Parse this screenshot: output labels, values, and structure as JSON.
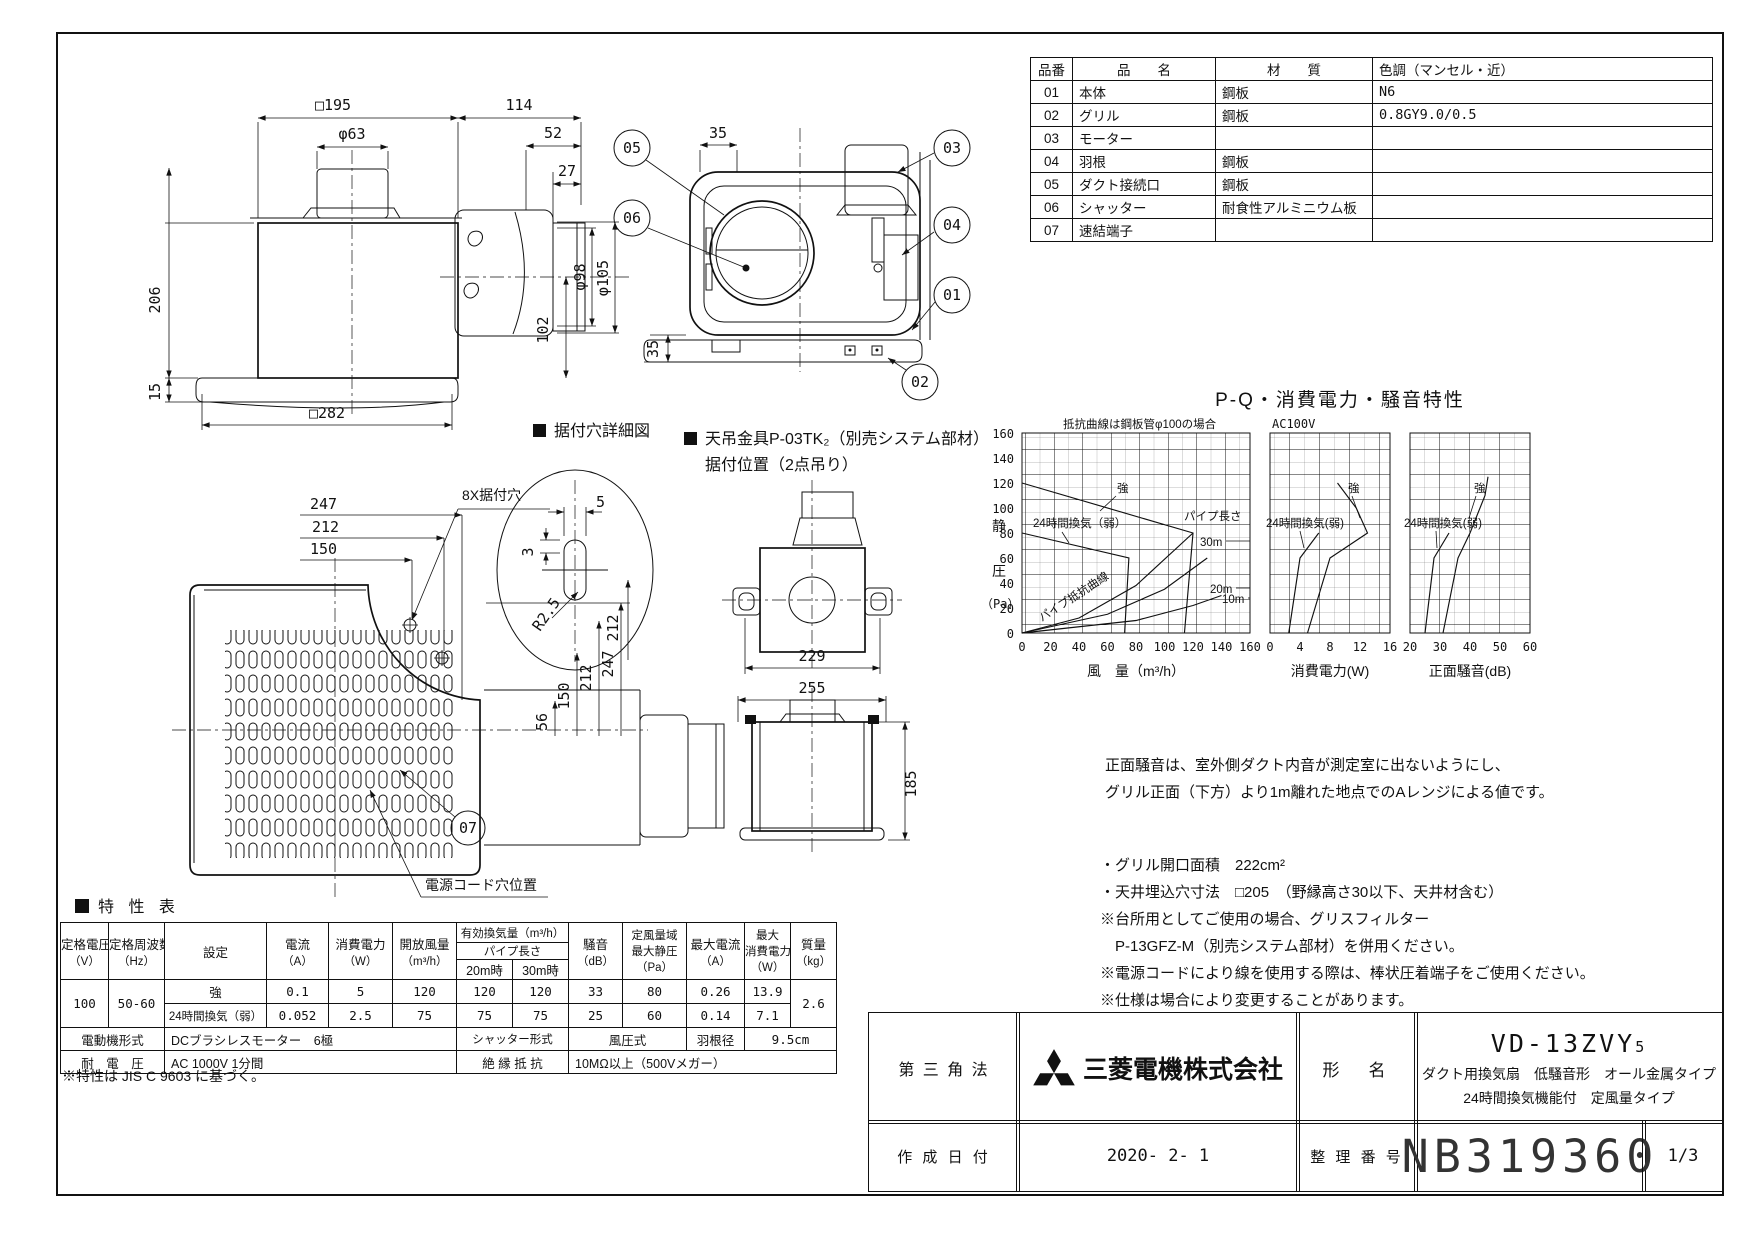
{
  "page": {
    "number": "1/3"
  },
  "parts_table": {
    "headers": {
      "no": "品番",
      "name": "品　　名",
      "material": "材　　質",
      "color": "色調（マンセル・近）"
    },
    "rows": [
      {
        "no": "01",
        "name": "本体",
        "material": "鋼板",
        "color": "N6"
      },
      {
        "no": "02",
        "name": "グリル",
        "material": "鋼板",
        "color": "0.8GY9.0/0.5"
      },
      {
        "no": "03",
        "name": "モーター",
        "material": "",
        "color": ""
      },
      {
        "no": "04",
        "name": "羽根",
        "material": "鋼板",
        "color": ""
      },
      {
        "no": "05",
        "name": "ダクト接続口",
        "material": "鋼板",
        "color": ""
      },
      {
        "no": "06",
        "name": "シャッター",
        "material": "耐食性アルミニウム板",
        "color": ""
      },
      {
        "no": "07",
        "name": "速結端子",
        "material": "",
        "color": ""
      }
    ]
  },
  "callouts": {
    "c1": "01",
    "c2": "02",
    "c3": "03",
    "c4": "04",
    "c5": "05",
    "c6": "06",
    "c7": "07"
  },
  "dims": {
    "side": {
      "w195": "□195",
      "w114": "114",
      "d63": "φ63",
      "w52": "52",
      "w27": "27",
      "h206": "206",
      "h15": "15",
      "w282": "□282",
      "d98": "φ98",
      "d105": "φ105",
      "h102": "102"
    },
    "section": {
      "top35": "35",
      "bottom35": "35"
    },
    "detail": {
      "title": "据付穴詳細図",
      "d5": "5",
      "d3": "3",
      "r": "R2.5",
      "v212": "212",
      "holes": "8X据付穴"
    },
    "grille": {
      "h247": "247",
      "h212": "212",
      "h150": "150",
      "v56": "56",
      "v150": "150",
      "v212": "212",
      "v247": "247",
      "cord": "電源コード穴位置"
    },
    "bracket": {
      "title1": "天吊金具P-03TK₂（別売システム部材）",
      "title2": "据付位置（2点吊り）",
      "w229": "229",
      "w255": "255",
      "h185": "185"
    }
  },
  "charts": {
    "title": "P-Q・消費電力・騒音特性",
    "note": "抵抗曲線は鋼板管φ100の場合",
    "voltage": "AC100V",
    "y_axis": [
      "静",
      "圧",
      "（Pa）"
    ]
  },
  "chart_data": {
    "type": "line",
    "y_label": "静圧（Pa）",
    "y_range": [
      0,
      160
    ],
    "y_ticks": [
      160,
      140,
      120,
      100,
      80,
      60,
      40,
      20,
      0
    ],
    "grid": "on",
    "pq": {
      "x_label": "風　量（m³/h）",
      "x_range": [
        0,
        160
      ],
      "x_ticks": [
        0,
        20,
        40,
        60,
        80,
        100,
        120,
        140,
        160
      ],
      "series": [
        {
          "name": "強",
          "points": [
            [
              0,
              120
            ],
            [
              120,
              80
            ],
            [
              114,
              0
            ]
          ]
        },
        {
          "name": "24時間換気（弱）",
          "points": [
            [
              0,
              80
            ],
            [
              75,
              60
            ],
            [
              72,
              0
            ]
          ]
        },
        {
          "name": "パイプ抵抗曲線 30m",
          "points": [
            [
              0,
              0
            ],
            [
              40,
              12
            ],
            [
              80,
              38
            ],
            [
              120,
              80
            ]
          ]
        },
        {
          "name": "パイプ抵抗曲線 20m",
          "points": [
            [
              0,
              0
            ],
            [
              60,
              15
            ],
            [
              100,
              35
            ],
            [
              130,
              60
            ]
          ]
        },
        {
          "name": "パイプ抵抗曲線 10m",
          "points": [
            [
              0,
              0
            ],
            [
              80,
              10
            ],
            [
              120,
              22
            ],
            [
              140,
              30
            ]
          ]
        }
      ],
      "annotations": {
        "strong": "強",
        "weak": "24時間換気（弱）",
        "pipe_length": "パイプ長さ",
        "m30": "30m",
        "m20": "20m",
        "m10": "10m",
        "pipe_res": "パイプ抵抗曲線"
      }
    },
    "power": {
      "x_label": "消費電力(W)",
      "x_range": [
        0,
        16
      ],
      "x_ticks": [
        0,
        4,
        8,
        12,
        16
      ],
      "series": [
        {
          "name": "強",
          "points": [
            [
              5,
              0
            ],
            [
              8,
              60
            ],
            [
              13,
              80
            ],
            [
              11.5,
              100
            ],
            [
              9,
              120
            ]
          ]
        },
        {
          "name": "24時間換気（弱）",
          "points": [
            [
              2.5,
              0
            ],
            [
              4,
              60
            ],
            [
              6.5,
              80
            ]
          ]
        }
      ],
      "annotations": {
        "strong": "強",
        "weak": "24時間換気(弱)"
      }
    },
    "noise": {
      "x_label": "正面騒音(dB)",
      "x_range": [
        20,
        60
      ],
      "x_ticks": [
        20,
        30,
        40,
        50,
        60
      ],
      "series": [
        {
          "name": "強",
          "points": [
            [
              31,
              0
            ],
            [
              36,
              60
            ],
            [
              40,
              80
            ],
            [
              45,
              110
            ],
            [
              46,
              125
            ]
          ]
        },
        {
          "name": "24時間換気（弱）",
          "points": [
            [
              25,
              0
            ],
            [
              28,
              60
            ],
            [
              33,
              80
            ]
          ]
        }
      ],
      "annotations": {
        "strong": "強",
        "weak": "24時間換気(弱)"
      }
    }
  },
  "notes": {
    "noise1": "正面騒音は、室外側ダクト内音が測定室に出ないようにし、",
    "noise2": "グリル正面（下方）より1m離れた地点でのAレンジによる値です。",
    "items": [
      "・グリル開口面積　222cm²",
      "・天井埋込穴寸法　□205　（野縁高さ30以下、天井材含む）",
      "※台所用としてご使用の場合、グリスフィルター",
      "　P-13GFZ-M（別売システム部材）を併用ください。",
      "※電源コードにより線を使用する際は、棒状圧着端子をご使用ください。",
      "※仕様は場合により変更することがあります。"
    ]
  },
  "spec": {
    "title": "特 性 表",
    "h": {
      "volt": "定格電圧",
      "volt_u": "（V）",
      "freq": "定格周波数",
      "freq_u": "（Hz）",
      "set": "設定",
      "cur": "電流",
      "cur_u": "（A）",
      "pow": "消費電力",
      "pow_u": "（W）",
      "open": "開放風量",
      "open_u": "（m³/h）",
      "eff": "有効換気量（m³/h）",
      "pipe": "パイプ長さ",
      "p20": "20m時",
      "p30": "30m時",
      "noi": "騒音",
      "noi_u": "（dB）",
      "st1": "定風量域",
      "st2": "最大静圧",
      "st_u": "（Pa）",
      "mxc": "最大電流",
      "mxc_u": "（A）",
      "mxp1": "最大",
      "mxp2": "消費電力",
      "mxp_u": "（W）",
      "mass": "質量",
      "mass_u": "（kg）"
    },
    "r1": {
      "volt": "100",
      "freq": "50-60",
      "set": "強",
      "cur": "0.1",
      "pow": "5",
      "open": "120",
      "p20": "120",
      "p30": "120",
      "noi": "33",
      "st": "80",
      "mxc": "0.26",
      "mxp": "13.9",
      "mass": "2.6"
    },
    "r2": {
      "set": "24時間換気（弱）",
      "cur": "0.052",
      "pow": "2.5",
      "open": "75",
      "p20": "75",
      "p30": "75",
      "noi": "25",
      "st": "60",
      "mxc": "0.14",
      "mxp": "7.1"
    },
    "motor": {
      "label": "電動機形式",
      "value": "DCブラシレスモーター　6極",
      "shutter_label": "シャッター形式",
      "shutter_value": "風圧式",
      "blade_label": "羽根径",
      "blade_value": "9.5cm"
    },
    "hv": {
      "label": "耐　電　圧",
      "value": "AC 1000V 1分間",
      "ins_label": "絶 縁 抵 抗",
      "ins_value": "10MΩ以上（500Vメガー）"
    },
    "note": "※特性は JIS C 9603 に基づく。"
  },
  "title_block": {
    "projection": "第 三 角 法",
    "company": "三菱電機株式会社",
    "model_label": "形　名",
    "model": "VD-13ZVY",
    "model_sub": "5",
    "model_desc1": "ダクト用換気扇　低騒音形　オール金属タイプ",
    "model_desc2": "24時間換気機能付　定風量タイプ",
    "date_label": "作 成 日 付",
    "date": "2020- 2- 1",
    "number_label": "整 理 番 号",
    "number": "NB319360",
    "page": "1/3"
  }
}
